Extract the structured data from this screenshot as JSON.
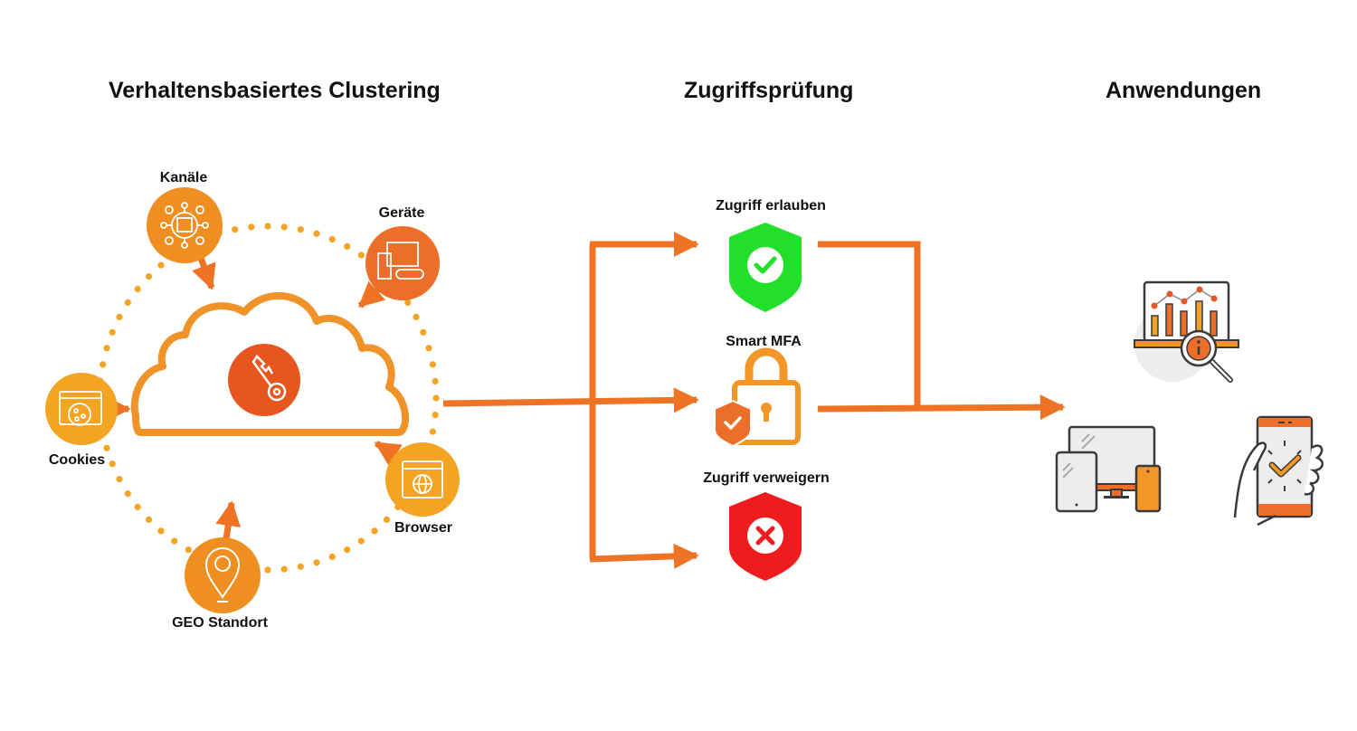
{
  "sections": {
    "clustering": {
      "title": "Verhaltensbasiertes Clustering"
    },
    "access_check": {
      "title": "Zugriffsprüfung"
    },
    "applications": {
      "title": "Anwendungen"
    }
  },
  "factors": [
    {
      "id": "channels",
      "label": "Kanäle",
      "icon": "network-box-icon",
      "color": "#EF8F22"
    },
    {
      "id": "devices",
      "label": "Geräte",
      "icon": "devices-icon",
      "color": "#EC6E28"
    },
    {
      "id": "cookies",
      "label": "Cookies",
      "icon": "cookie-browser-icon",
      "color": "#F4A322"
    },
    {
      "id": "browser",
      "label": "Browser",
      "icon": "browser-globe-icon",
      "color": "#F4A322"
    },
    {
      "id": "geo",
      "label": "GEO Standort",
      "icon": "location-pin-icon",
      "color": "#EF8F22"
    }
  ],
  "center": {
    "icon": "key-icon",
    "color": "#E8561F"
  },
  "decisions": [
    {
      "id": "allow",
      "label": "Zugriff erlauben",
      "icon": "shield-check-icon",
      "color": "#22E02A"
    },
    {
      "id": "mfa",
      "label": "Smart MFA",
      "icon": "lock-shield-icon",
      "color": "#F29727"
    },
    {
      "id": "deny",
      "label": "Zugriff verweigern",
      "icon": "shield-x-icon",
      "color": "#EE1C1C"
    }
  ],
  "apps": [
    {
      "id": "analytics",
      "icon": "laptop-analytics-icon"
    },
    {
      "id": "multi-device",
      "icon": "multi-device-icon"
    },
    {
      "id": "mobile-approve",
      "icon": "phone-check-icon"
    }
  ],
  "colors": {
    "arrow": "#EE7325",
    "dots": "#F4A322",
    "cloud": "#EF9328",
    "text": "#111111"
  }
}
